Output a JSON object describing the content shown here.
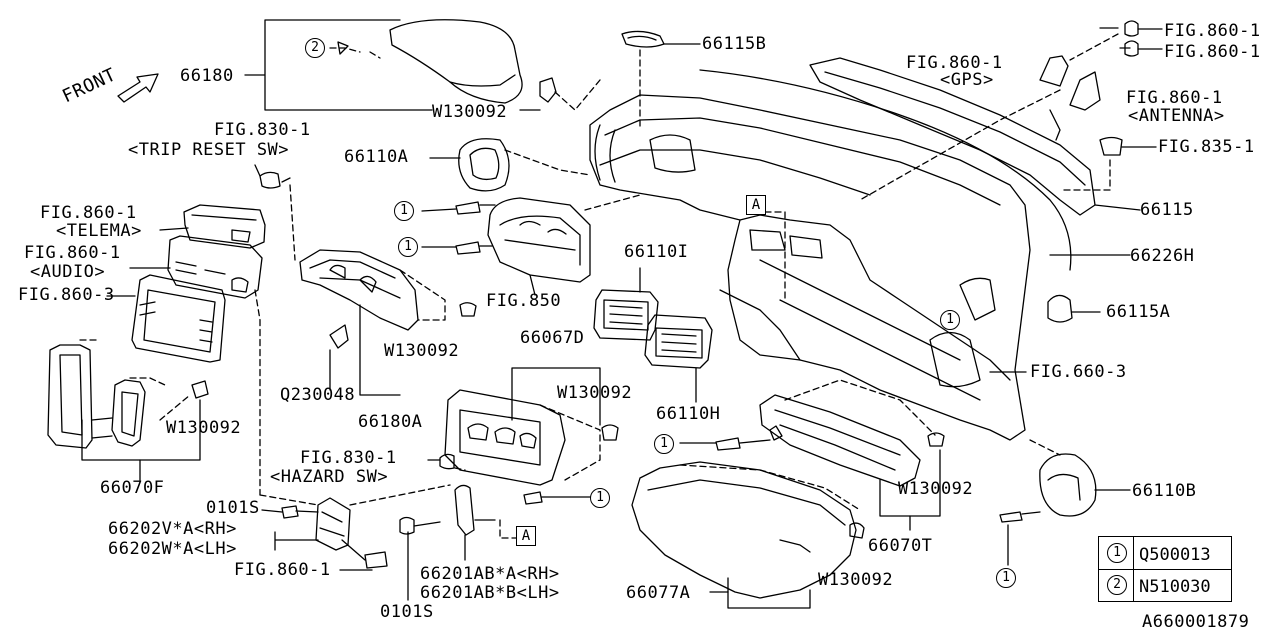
{
  "diagram": {
    "front_label": "FRONT",
    "ref_code": "A660001879",
    "labels": {
      "l66180": "66180",
      "w130092_top": "W130092",
      "fig830_1a": "FIG.830-1",
      "trip_reset": "<TRIP RESET SW>",
      "l66110A": "66110A",
      "fig860_telema": "FIG.860-1",
      "telema": "<TELEMA>",
      "fig860_audio": "FIG.860-1",
      "audio": "<AUDIO>",
      "fig860_3": "FIG.860-3",
      "fig850": "FIG.850",
      "w130092_mid": "W130092",
      "q230048": "Q230048",
      "l66180A": "66180A",
      "w130092_left": "W130092",
      "l66070F": "66070F",
      "l66110I": "66110I",
      "l66067D": "66067D",
      "w130092_d": "W130092",
      "l66110H": "66110H",
      "fig830_1b": "FIG.830-1",
      "hazard": "<HAZARD SW>",
      "l0101S_a": "0101S",
      "l66202V": "66202V*A<RH>",
      "l66202W": "66202W*A<LH>",
      "fig860_1_bot": "FIG.860-1",
      "l0101S_b": "0101S",
      "l66201AB_A": "66201AB*A<RH>",
      "l66201AB_B": "66201AB*B<LH>",
      "l66077A": "66077A",
      "w130092_bot": "W130092",
      "w130092_t": "W130092",
      "l66070T": "66070T",
      "l66115B": "66115B",
      "fig860_gps": "FIG.860-1",
      "gps": "<GPS>",
      "fig860_r1": "FIG.860-1",
      "fig860_r2": "FIG.860-1",
      "fig860_ant": "FIG.860-1",
      "antenna": "<ANTENNA>",
      "fig835_1": "FIG.835-1",
      "l66115": "66115",
      "l66226H": "66226H",
      "l66115A": "66115A",
      "fig660_3": "FIG.660-3",
      "l66110B": "66110B"
    },
    "box_ref": "A",
    "callout_1": "1",
    "callout_2": "2",
    "legend": [
      {
        "symbol": "1",
        "part": "Q500013"
      },
      {
        "symbol": "2",
        "part": "N510030"
      }
    ]
  }
}
